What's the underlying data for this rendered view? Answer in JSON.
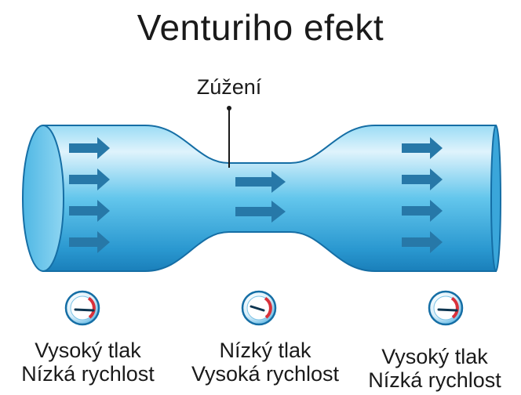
{
  "title": "Venturiho efekt",
  "constriction_label": "Zúžení",
  "sections": [
    {
      "line1": "Vysoký tlak",
      "line2": "Nízká rychlost",
      "gauge_icon": "pressure-gauge-icon"
    },
    {
      "line1": "Nízký tlak",
      "line2": "Vysoká rychlost",
      "gauge_icon": "pressure-gauge-icon"
    },
    {
      "line1": "Vysoký tlak",
      "line2": "Nízká rychlost",
      "gauge_icon": "pressure-gauge-icon"
    }
  ],
  "colors": {
    "tube_light": "#dff3fc",
    "tube_mid": "#6ccbee",
    "tube_dark": "#1c89c4",
    "outline": "#156ea5",
    "arrow": "#2778a8",
    "gauge_needle": "#0d3550",
    "gauge_red": "#d9313a"
  }
}
